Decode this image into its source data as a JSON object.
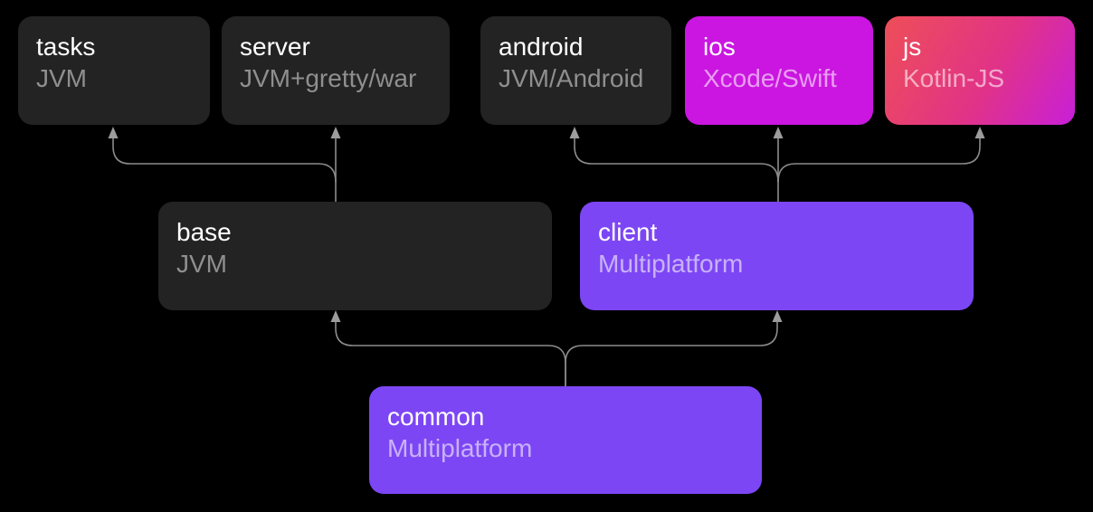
{
  "diagram": {
    "description": "Module dependency diagram",
    "nodes": {
      "tasks": {
        "title": "tasks",
        "subtitle": "JVM"
      },
      "server": {
        "title": "server",
        "subtitle": "JVM+gretty/war"
      },
      "android": {
        "title": "android",
        "subtitle": "JVM/Android"
      },
      "ios": {
        "title": "ios",
        "subtitle": "Xcode/Swift"
      },
      "js": {
        "title": "js",
        "subtitle": "Kotlin-JS"
      },
      "base": {
        "title": "base",
        "subtitle": "JVM"
      },
      "client": {
        "title": "client",
        "subtitle": "Multiplatform"
      },
      "common": {
        "title": "common",
        "subtitle": "Multiplatform"
      }
    },
    "edges": [
      {
        "from": "base",
        "to": "tasks"
      },
      {
        "from": "base",
        "to": "server"
      },
      {
        "from": "client",
        "to": "android"
      },
      {
        "from": "client",
        "to": "ios"
      },
      {
        "from": "client",
        "to": "js"
      },
      {
        "from": "common",
        "to": "base"
      },
      {
        "from": "common",
        "to": "client"
      }
    ],
    "colors": {
      "background": "#000000",
      "node_dark": "#232323",
      "node_purple": "#7d46f4",
      "node_magenta": "#ca16e0",
      "node_gradient_from": "#ee4e58",
      "node_gradient_mid": "#e13387",
      "node_gradient_to": "#c81fd9",
      "connector_line": "#8c8c8c",
      "arrowhead": "#9c9c9c",
      "title_text": "#ffffff",
      "subtitle_text_dark_box": "#8f8f8f",
      "subtitle_text_color_box": "rgba(255,255,255,0.58)"
    }
  }
}
